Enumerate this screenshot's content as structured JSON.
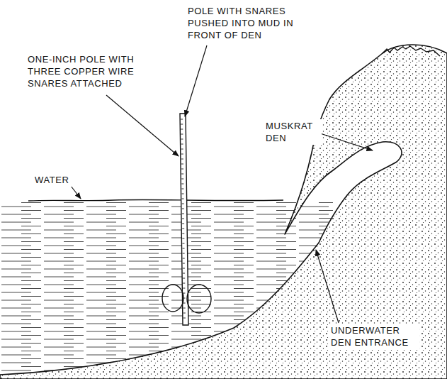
{
  "diagram": {
    "labels": [
      "POLE WITH SNARES PUSHED INTO MUD IN FRONT OF DEN",
      "ONE-INCH POLE WITH THREE COPPER WIRE SNARES ATTACHED",
      "MUSKRAT DEN",
      "WATER",
      "UNDERWATER DEN ENTRANCE"
    ]
  }
}
